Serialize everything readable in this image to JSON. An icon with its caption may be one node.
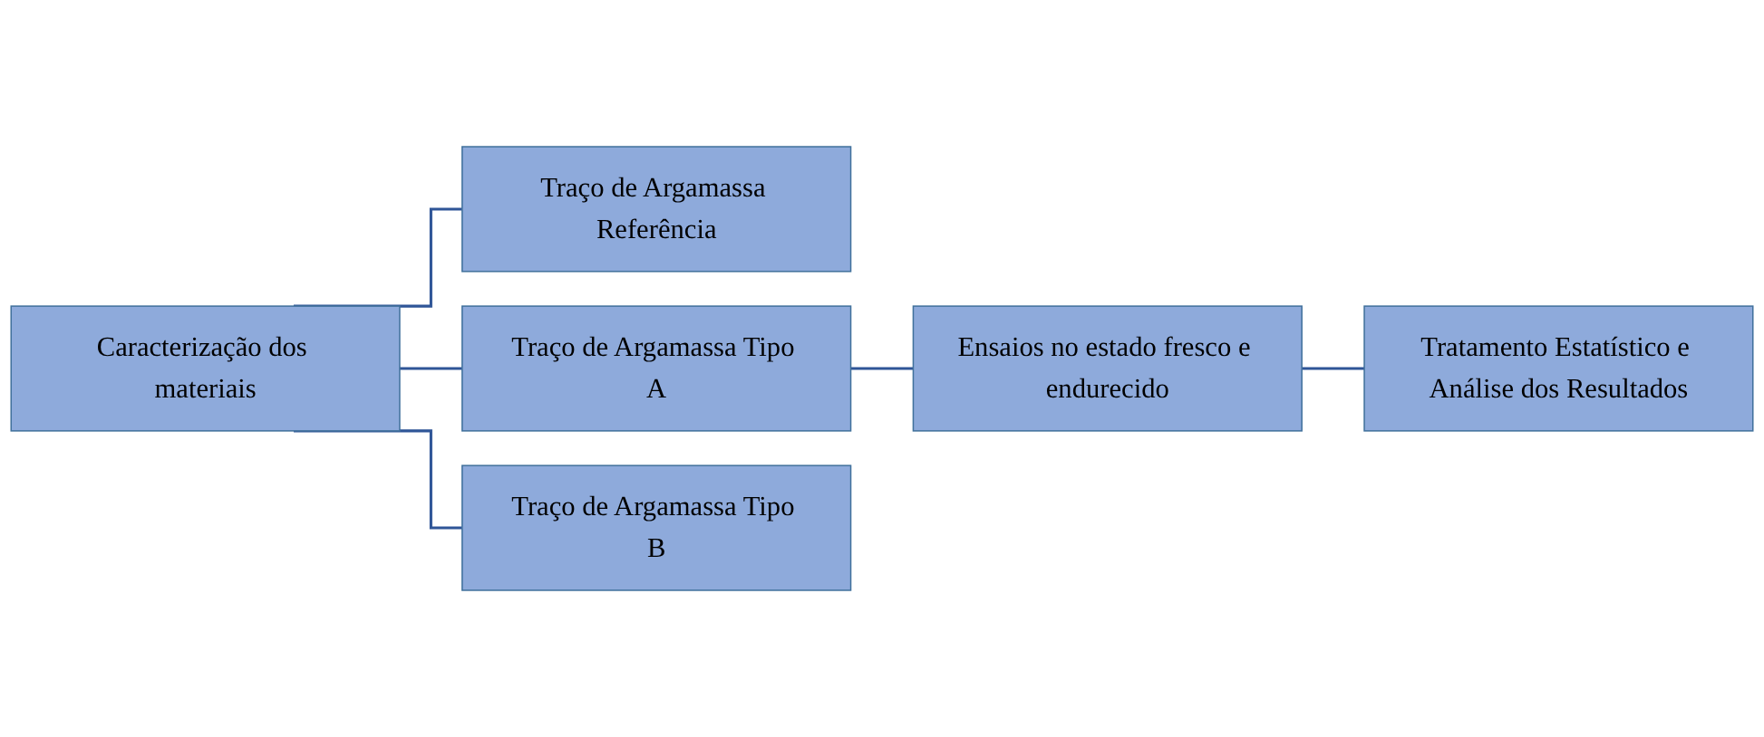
{
  "diagram": {
    "nodes": [
      {
        "text": [
          "Caracterização dos materiais"
        ]
      },
      {
        "text": [
          "Traço de Argamassa Referência"
        ]
      },
      {
        "text": [
          "Traço de Argamassa Tipo A"
        ]
      },
      {
        "text": [
          "Traço de Argamassa Tipo B"
        ]
      },
      {
        "text": [
          "Ensaios no estado fresco e endurecido"
        ]
      },
      {
        "text": [
          "Tratamento Estatístico e Análise dos Resultados"
        ]
      }
    ],
    "edges": [
      {
        "from": 0,
        "to": 1,
        "arrow": "none"
      },
      {
        "from": 0,
        "to": 2,
        "arrow": "none"
      },
      {
        "from": 0,
        "to": 3,
        "arrow": "none"
      },
      {
        "from": 2,
        "to": 4,
        "arrow": "none"
      },
      {
        "from": 4,
        "to": 5,
        "arrow": "none"
      }
    ]
  }
}
